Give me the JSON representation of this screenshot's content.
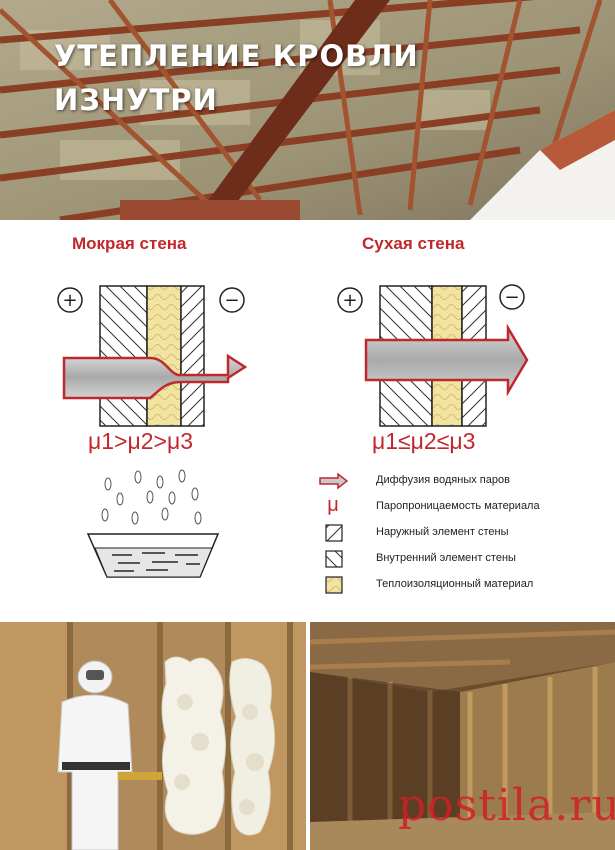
{
  "header": {
    "title_line1": "УТЕПЛЕНИЕ КРОВЛИ",
    "title_line2": "ИЗНУТРИ"
  },
  "wet_wall": {
    "title": "Мокрая стена",
    "plus_sign": "+",
    "minus_sign": "−",
    "formula": "μ1>μ2>μ3"
  },
  "dry_wall": {
    "title": "Сухая стена",
    "plus_sign": "+",
    "minus_sign": "−",
    "formula": "μ1≤μ2≤μ3"
  },
  "legend": [
    {
      "icon": "arrow-icon",
      "label": "Диффузия водяных паров"
    },
    {
      "icon": "mu-symbol",
      "symbol": "μ",
      "label": "Паропроницаемость материала"
    },
    {
      "icon": "outer-hatch-icon",
      "label": "Наружный элемент стены"
    },
    {
      "icon": "inner-hatch-icon",
      "label": "Внутренний элемент стены"
    },
    {
      "icon": "insulation-icon",
      "label": "Теплоизоляционный материал"
    }
  ],
  "watermark": "postila.ru",
  "colors": {
    "accent_red": "#c0282d",
    "insulation_yellow": "#f3e3a0",
    "arrow_gray": "#b7b7b7"
  }
}
